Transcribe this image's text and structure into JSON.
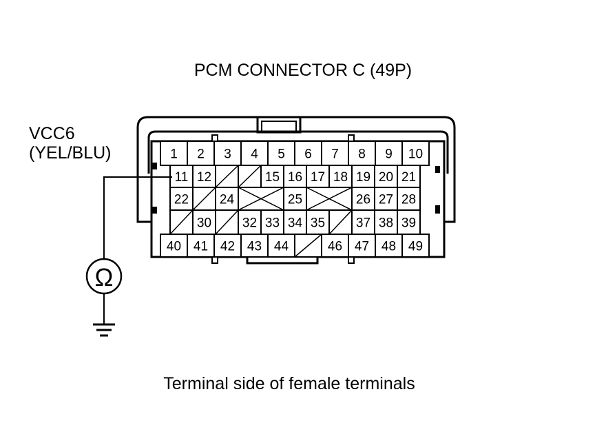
{
  "title": "PCM CONNECTOR C (49P)",
  "wire": {
    "signal": "VCC6",
    "color_code": "(YEL/BLU)",
    "terminal": "11"
  },
  "meter": {
    "symbol": "Ω",
    "type": "ohmmeter"
  },
  "caption": "Terminal side of female terminals",
  "connector": {
    "pins": 49,
    "rows": [
      [
        "1",
        "2",
        "3",
        "4",
        "5",
        "6",
        "7",
        "8",
        "9",
        "10"
      ],
      [
        "11",
        "12",
        "",
        "",
        "15",
        "16",
        "17",
        "18",
        "19",
        "20",
        "21"
      ],
      [
        "22",
        "",
        "24",
        "",
        "25",
        "",
        "26",
        "27",
        "28"
      ],
      [
        "",
        "30",
        "",
        "32",
        "33",
        "34",
        "35",
        "",
        "37",
        "38",
        "39"
      ],
      [
        "40",
        "41",
        "42",
        "43",
        "44",
        "",
        "46",
        "47",
        "48",
        "49"
      ]
    ],
    "blank_cells": [
      "13",
      "14",
      "23",
      "29",
      "31",
      "36",
      "45"
    ],
    "unused_x_positions": 2
  }
}
